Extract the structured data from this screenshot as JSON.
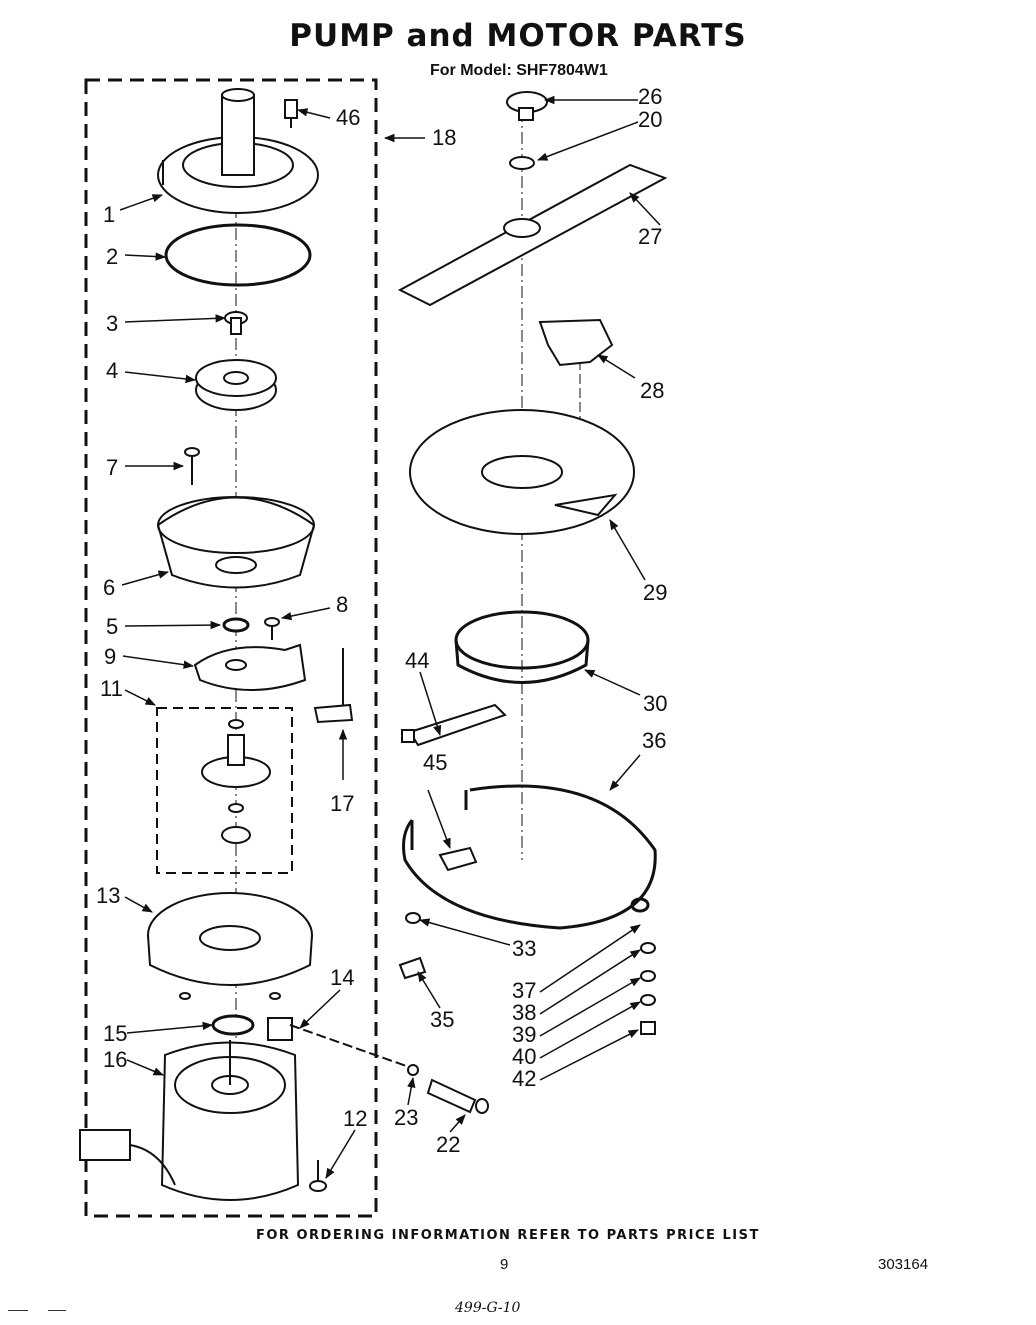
{
  "title": "PUMP and MOTOR PARTS",
  "subtitle": "For Model: SHF7804W1",
  "footer": "FOR ORDERING INFORMATION REFER TO PARTS PRICE LIST",
  "page_number": "9",
  "document_number": "303164",
  "handwritten_note": "499-G-10",
  "callouts": {
    "c1": "1",
    "c2": "2",
    "c3": "3",
    "c4": "4",
    "c5": "5",
    "c6": "6",
    "c7": "7",
    "c8": "8",
    "c9": "9",
    "c11": "11",
    "c12": "12",
    "c13": "13",
    "c14": "14",
    "c15": "15",
    "c16": "16",
    "c17": "17",
    "c18": "18",
    "c20": "20",
    "c22": "22",
    "c23": "23",
    "c26": "26",
    "c27": "27",
    "c28": "28",
    "c29": "29",
    "c30": "30",
    "c33": "33",
    "c35": "35",
    "c36": "36",
    "c37": "37",
    "c38": "38",
    "c39": "39",
    "c40": "40",
    "c42": "42",
    "c44": "44",
    "c45": "45",
    "c46": "46"
  }
}
